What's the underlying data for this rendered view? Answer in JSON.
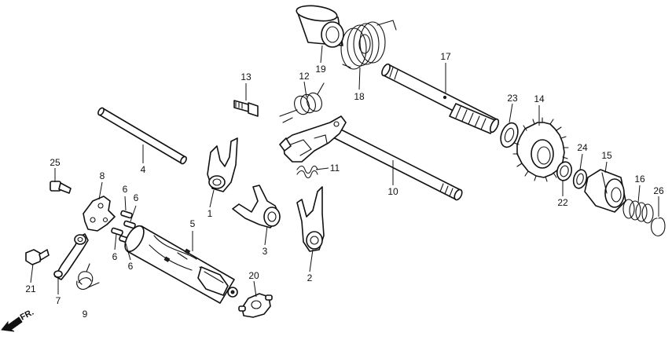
{
  "callouts": [
    {
      "id": "c1",
      "text": "1"
    },
    {
      "id": "c2",
      "text": "2"
    },
    {
      "id": "c3",
      "text": "3"
    },
    {
      "id": "c4",
      "text": "4"
    },
    {
      "id": "c5",
      "text": "5"
    },
    {
      "id": "c6a",
      "text": "6"
    },
    {
      "id": "c6b",
      "text": "6"
    },
    {
      "id": "c6c",
      "text": "6"
    },
    {
      "id": "c6d",
      "text": "6"
    },
    {
      "id": "c7",
      "text": "7"
    },
    {
      "id": "c8",
      "text": "8"
    },
    {
      "id": "c9",
      "text": "9"
    },
    {
      "id": "c10",
      "text": "10"
    },
    {
      "id": "c11",
      "text": "11"
    },
    {
      "id": "c12",
      "text": "12"
    },
    {
      "id": "c13",
      "text": "13"
    },
    {
      "id": "c14",
      "text": "14"
    },
    {
      "id": "c15",
      "text": "15"
    },
    {
      "id": "c16",
      "text": "16"
    },
    {
      "id": "c17",
      "text": "17"
    },
    {
      "id": "c18",
      "text": "18"
    },
    {
      "id": "c19",
      "text": "19"
    },
    {
      "id": "c20",
      "text": "20"
    },
    {
      "id": "c21",
      "text": "21"
    },
    {
      "id": "c22",
      "text": "22"
    },
    {
      "id": "c23",
      "text": "23"
    },
    {
      "id": "c24",
      "text": "24"
    },
    {
      "id": "c25",
      "text": "25"
    },
    {
      "id": "c26",
      "text": "26"
    }
  ],
  "direction_label": "FR."
}
